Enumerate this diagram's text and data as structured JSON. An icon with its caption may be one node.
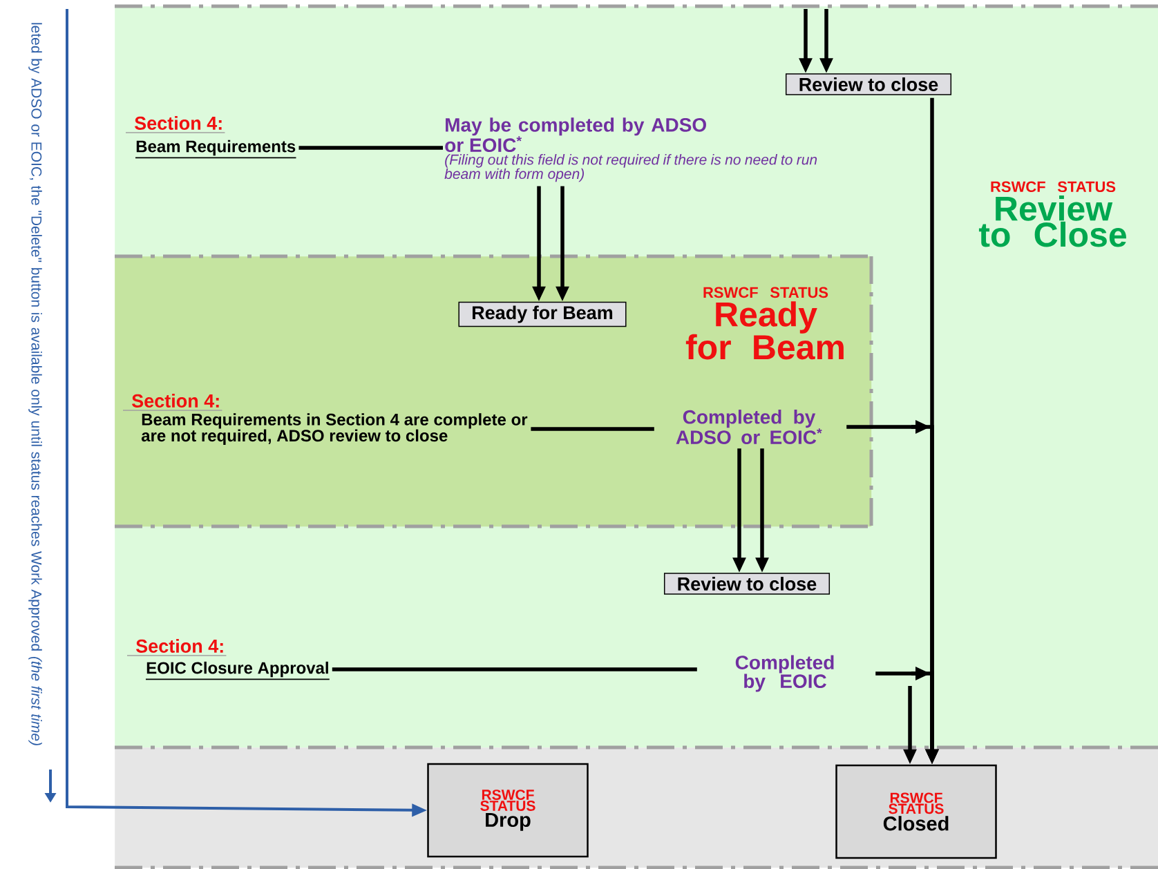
{
  "diagram": {
    "nodes": [
      {
        "text": [
          "RSWCF STATUS",
          "Review to Close"
        ]
      },
      {
        "text": [
          "Review to close"
        ],
        "in": 0
      },
      {
        "text": [
          "Section 4:",
          "Beam Requirements"
        ],
        "in": 0
      },
      {
        "text": [
          "May be completed by ADSO or EOIC$^{*}$",
          "(Filing out this field is not required if there is no need to run beam with form open)"
        ],
        "in": 0
      },
      {
        "text": [
          "RSWCF STATUS",
          "Ready for Beam"
        ],
        "in": 0
      },
      {
        "text": [
          "Ready for Beam"
        ],
        "in": 4
      },
      {
        "text": [
          "Section 4:",
          "Beam Requirements in Section 4 are complete or are not required, ADSO review to close"
        ],
        "in": 4
      },
      {
        "text": [
          "Completed by ADSO or EOIC$^{*}$"
        ],
        "in": 4
      },
      {
        "text": [
          "Review to close"
        ],
        "in": 0
      },
      {
        "text": [
          "Section 4:",
          "EOIC Closure Approval"
        ],
        "in": 0
      },
      {
        "text": [
          "Completed by EOIC"
        ],
        "in": 0
      },
      {
        "text": [],
        "shape": "band"
      },
      {
        "text": [
          "RSWCF STATUS",
          "Drop"
        ],
        "in": 11
      },
      {
        "text": [
          "RSWCF STATUS",
          "Closed"
        ],
        "in": 11
      }
    ],
    "edges": [
      {
        "from": null,
        "to": 1,
        "arrow": "to"
      },
      {
        "from": null,
        "to": 1,
        "arrow": "to"
      },
      {
        "from": 2,
        "to": 3,
        "arrow": "none"
      },
      {
        "from": 3,
        "to": 5,
        "arrow": "to"
      },
      {
        "from": 3,
        "to": 5,
        "arrow": "to"
      },
      {
        "from": 6,
        "to": 7,
        "arrow": "none"
      },
      {
        "from": 7,
        "to": 13,
        "arrow": "to"
      },
      {
        "from": 7,
        "to": 8,
        "arrow": "to"
      },
      {
        "from": 7,
        "to": 8,
        "arrow": "to"
      },
      {
        "from": 9,
        "to": 10,
        "arrow": "none"
      },
      {
        "from": 10,
        "to": 13,
        "arrow": "to"
      },
      {
        "from": 10,
        "to": 13,
        "arrow": "to"
      },
      {
        "from": 1,
        "to": 13,
        "arrow": "to"
      },
      {
        "from": null,
        "to": 12,
        "arrow": "to",
        "color": "#2e5fa8"
      }
    ],
    "labels": [
      "leted by ADSO or EOIC, the \"Delete\" button is available only until status reaches Work Approved *(the first time)*"
    ]
  }
}
